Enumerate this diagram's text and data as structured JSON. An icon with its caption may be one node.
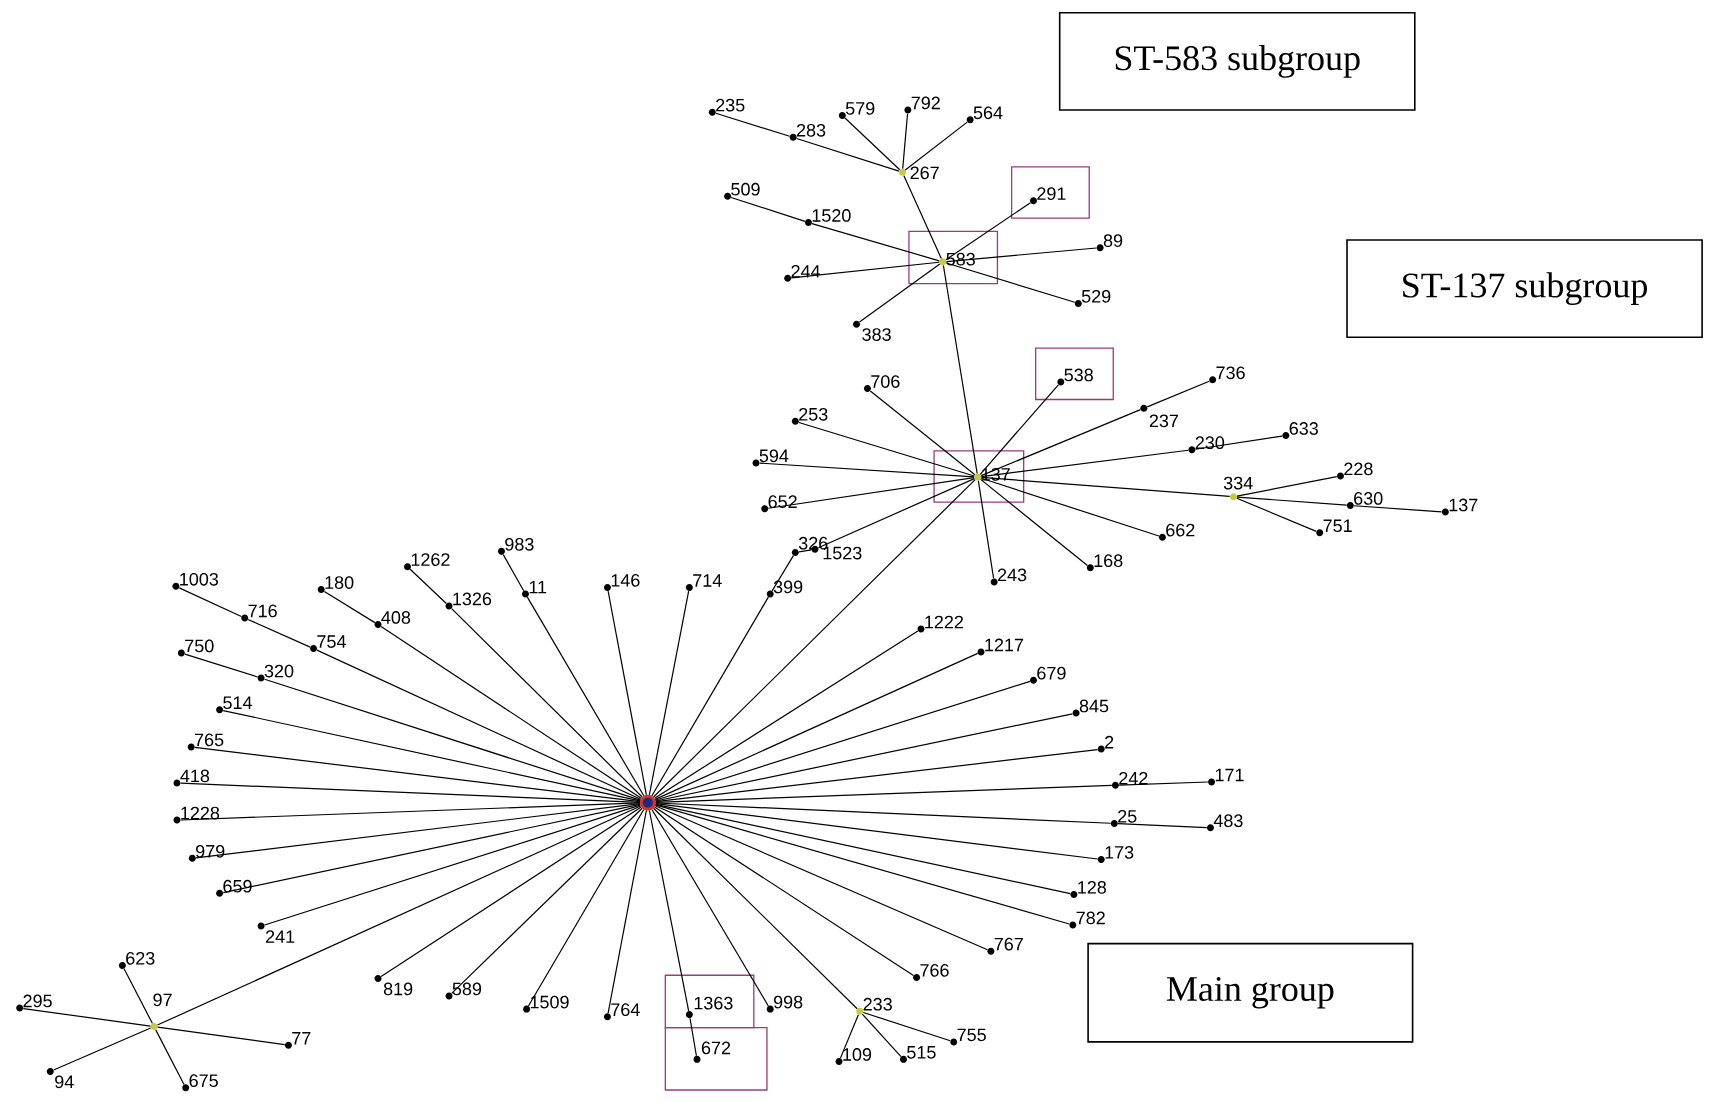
{
  "diagram": {
    "nodes": [
      {
        "text": [
          "ST-583 subgroup"
        ]
      },
      {
        "text": [
          "ST-137 subgroup"
        ]
      },
      {
        "text": [
          "235"
        ]
      },
      {
        "text": [
          "283"
        ]
      },
      {
        "text": [
          "579"
        ]
      },
      {
        "text": [
          "792"
        ]
      },
      {
        "text": [
          "564"
        ]
      },
      {
        "text": [
          "267"
        ]
      },
      {
        "text": [],
        "shape": "box"
      },
      {
        "text": [
          "291"
        ],
        "in": 8
      },
      {
        "text": [
          "509"
        ]
      },
      {
        "text": [
          "1520"
        ]
      },
      {
        "text": [
          "89"
        ]
      },
      {
        "text": [],
        "shape": "box"
      },
      {
        "text": [
          "583"
        ],
        "in": 13
      },
      {
        "text": [
          "244"
        ]
      },
      {
        "text": [
          "529"
        ]
      },
      {
        "text": [
          "383"
        ]
      },
      {
        "text": [],
        "shape": "box"
      },
      {
        "text": [
          "538"
        ],
        "in": 18
      },
      {
        "text": [
          "706"
        ]
      },
      {
        "text": [
          "736"
        ]
      },
      {
        "text": [
          "237"
        ]
      },
      {
        "text": [
          "253"
        ]
      },
      {
        "text": [
          "633"
        ]
      },
      {
        "text": [
          "230"
        ]
      },
      {
        "text": [],
        "shape": "box"
      },
      {
        "text": [
          "137"
        ],
        "in": 26
      },
      {
        "text": [
          "594"
        ]
      },
      {
        "text": [
          "228"
        ]
      },
      {
        "text": [
          "334"
        ]
      },
      {
        "text": [
          "630"
        ]
      },
      {
        "text": [
          "137"
        ]
      },
      {
        "text": [
          "652"
        ]
      },
      {
        "text": [
          "751"
        ]
      },
      {
        "text": [
          "662"
        ]
      },
      {
        "text": [
          "326"
        ]
      },
      {
        "text": [
          "1523"
        ]
      },
      {
        "text": [
          "168"
        ]
      },
      {
        "text": [
          "243"
        ]
      },
      {
        "text": [
          "1003"
        ]
      },
      {
        "text": [
          "180"
        ]
      },
      {
        "text": [
          "1262"
        ]
      },
      {
        "text": [
          "983"
        ]
      },
      {
        "text": [
          "716"
        ]
      },
      {
        "text": [
          "408"
        ]
      },
      {
        "text": [
          "1326"
        ]
      },
      {
        "text": [
          "11"
        ]
      },
      {
        "text": [
          "146"
        ]
      },
      {
        "text": [
          "714"
        ]
      },
      {
        "text": [
          "399"
        ]
      },
      {
        "text": [
          "754"
        ]
      },
      {
        "text": [
          "750"
        ]
      },
      {
        "text": [
          "320"
        ]
      },
      {
        "text": [
          "1222"
        ]
      },
      {
        "text": [
          "1217"
        ]
      },
      {
        "text": [
          "514"
        ]
      },
      {
        "text": [
          "679"
        ]
      },
      {
        "text": [
          "845"
        ]
      },
      {
        "text": [
          "765"
        ]
      },
      {
        "text": [
          "2"
        ]
      },
      {
        "text": [
          "418"
        ]
      },
      {
        "text": [
          "242"
        ]
      },
      {
        "text": [
          "171"
        ]
      },
      {
        "text": [],
        "shape": "circle"
      },
      {
        "text": [
          "1228"
        ]
      },
      {
        "text": [
          "25"
        ]
      },
      {
        "text": [
          "483"
        ]
      },
      {
        "text": [
          "979"
        ]
      },
      {
        "text": [
          "173"
        ]
      },
      {
        "text": [
          "659"
        ]
      },
      {
        "text": [
          "128"
        ]
      },
      {
        "text": [
          "241"
        ]
      },
      {
        "text": [
          "782"
        ]
      },
      {
        "text": [
          "767"
        ]
      },
      {
        "text": [
          "623"
        ]
      },
      {
        "text": [
          "819"
        ]
      },
      {
        "text": [
          "766"
        ]
      },
      {
        "text": [
          "Main group"
        ]
      },
      {
        "text": [
          "295"
        ]
      },
      {
        "text": [
          "589"
        ]
      },
      {
        "text": [
          "1509"
        ]
      },
      {
        "text": [
          "764"
        ]
      },
      {
        "text": [],
        "shape": "box"
      },
      {
        "text": [
          "1363"
        ],
        "in": 83
      },
      {
        "text": [
          "998"
        ]
      },
      {
        "text": [
          "233"
        ]
      },
      {
        "text": [
          "97"
        ]
      },
      {
        "text": [
          "755"
        ]
      },
      {
        "text": [
          "77"
        ]
      },
      {
        "text": [],
        "shape": "box"
      },
      {
        "text": [
          "672"
        ],
        "in": 90
      },
      {
        "text": [
          "94"
        ]
      },
      {
        "text": [
          "109"
        ]
      },
      {
        "text": [
          "515"
        ]
      },
      {
        "text": [
          "675"
        ]
      }
    ],
    "edges": [
      {
        "from": 2,
        "to": 3,
        "arrow": "none"
      },
      {
        "from": 3,
        "to": 7,
        "arrow": "none"
      },
      {
        "from": 4,
        "to": 7,
        "arrow": "none"
      },
      {
        "from": 5,
        "to": 7,
        "arrow": "none"
      },
      {
        "from": 6,
        "to": 7,
        "arrow": "none"
      },
      {
        "from": 7,
        "to": 14,
        "arrow": "none"
      },
      {
        "from": 9,
        "to": 14,
        "arrow": "none"
      },
      {
        "from": 10,
        "to": 11,
        "arrow": "none"
      },
      {
        "from": 11,
        "to": 14,
        "arrow": "none"
      },
      {
        "from": 12,
        "to": 14,
        "arrow": "none"
      },
      {
        "from": 15,
        "to": 14,
        "arrow": "none"
      },
      {
        "from": 16,
        "to": 14,
        "arrow": "none"
      },
      {
        "from": 17,
        "to": 14,
        "arrow": "none"
      },
      {
        "from": 14,
        "to": 27,
        "arrow": "none"
      },
      {
        "from": 19,
        "to": 27,
        "arrow": "none"
      },
      {
        "from": 20,
        "to": 27,
        "arrow": "none"
      },
      {
        "from": 21,
        "to": 22,
        "arrow": "none"
      },
      {
        "from": 22,
        "to": 27,
        "arrow": "none"
      },
      {
        "from": 23,
        "to": 27,
        "arrow": "none"
      },
      {
        "from": 24,
        "to": 25,
        "arrow": "none"
      },
      {
        "from": 25,
        "to": 27,
        "arrow": "none"
      },
      {
        "from": 28,
        "to": 27,
        "arrow": "none"
      },
      {
        "from": 29,
        "to": 30,
        "arrow": "none"
      },
      {
        "from": 30,
        "to": 27,
        "arrow": "none"
      },
      {
        "from": 31,
        "to": 30,
        "arrow": "none"
      },
      {
        "from": 32,
        "to": 31,
        "arrow": "none"
      },
      {
        "from": 34,
        "to": 30,
        "arrow": "none"
      },
      {
        "from": 33,
        "to": 27,
        "arrow": "none"
      },
      {
        "from": 35,
        "to": 27,
        "arrow": "none"
      },
      {
        "from": 38,
        "to": 27,
        "arrow": "none"
      },
      {
        "from": 39,
        "to": 27,
        "arrow": "none"
      },
      {
        "from": 37,
        "to": 27,
        "arrow": "none"
      },
      {
        "from": 36,
        "to": 37,
        "arrow": "none"
      },
      {
        "from": 50,
        "to": 36,
        "arrow": "none"
      },
      {
        "from": 64,
        "to": 27,
        "arrow": "none"
      },
      {
        "from": 40,
        "to": 44,
        "arrow": "none"
      },
      {
        "from": 44,
        "to": 51,
        "arrow": "none"
      },
      {
        "from": 51,
        "to": 64,
        "arrow": "none"
      },
      {
        "from": 41,
        "to": 45,
        "arrow": "none"
      },
      {
        "from": 45,
        "to": 64,
        "arrow": "none"
      },
      {
        "from": 42,
        "to": 46,
        "arrow": "none"
      },
      {
        "from": 46,
        "to": 64,
        "arrow": "none"
      },
      {
        "from": 43,
        "to": 47,
        "arrow": "none"
      },
      {
        "from": 47,
        "to": 64,
        "arrow": "none"
      },
      {
        "from": 48,
        "to": 64,
        "arrow": "none"
      },
      {
        "from": 49,
        "to": 64,
        "arrow": "none"
      },
      {
        "from": 50,
        "to": 64,
        "arrow": "none"
      },
      {
        "from": 52,
        "to": 53,
        "arrow": "none"
      },
      {
        "from": 53,
        "to": 64,
        "arrow": "none"
      },
      {
        "from": 54,
        "to": 64,
        "arrow": "none"
      },
      {
        "from": 55,
        "to": 64,
        "arrow": "none"
      },
      {
        "from": 56,
        "to": 64,
        "arrow": "none"
      },
      {
        "from": 57,
        "to": 64,
        "arrow": "none"
      },
      {
        "from": 58,
        "to": 64,
        "arrow": "none"
      },
      {
        "from": 59,
        "to": 64,
        "arrow": "none"
      },
      {
        "from": 60,
        "to": 64,
        "arrow": "none"
      },
      {
        "from": 61,
        "to": 64,
        "arrow": "none"
      },
      {
        "from": 63,
        "to": 62,
        "arrow": "none"
      },
      {
        "from": 62,
        "to": 64,
        "arrow": "none"
      },
      {
        "from": 65,
        "to": 64,
        "arrow": "none"
      },
      {
        "from": 67,
        "to": 66,
        "arrow": "none"
      },
      {
        "from": 66,
        "to": 64,
        "arrow": "none"
      },
      {
        "from": 68,
        "to": 64,
        "arrow": "none"
      },
      {
        "from": 69,
        "to": 64,
        "arrow": "none"
      },
      {
        "from": 70,
        "to": 64,
        "arrow": "none"
      },
      {
        "from": 71,
        "to": 64,
        "arrow": "none"
      },
      {
        "from": 72,
        "to": 64,
        "arrow": "none"
      },
      {
        "from": 73,
        "to": 64,
        "arrow": "none"
      },
      {
        "from": 74,
        "to": 64,
        "arrow": "none"
      },
      {
        "from": 76,
        "to": 64,
        "arrow": "none"
      },
      {
        "from": 77,
        "to": 64,
        "arrow": "none"
      },
      {
        "from": 80,
        "to": 64,
        "arrow": "none"
      },
      {
        "from": 81,
        "to": 64,
        "arrow": "none"
      },
      {
        "from": 82,
        "to": 64,
        "arrow": "none"
      },
      {
        "from": 84,
        "to": 64,
        "arrow": "none"
      },
      {
        "from": 91,
        "to": 84,
        "arrow": "none"
      },
      {
        "from": 85,
        "to": 64,
        "arrow": "none"
      },
      {
        "from": 86,
        "to": 64,
        "arrow": "none"
      },
      {
        "from": 87,
        "to": 64,
        "arrow": "none"
      },
      {
        "from": 75,
        "to": 87,
        "arrow": "none"
      },
      {
        "from": 79,
        "to": 87,
        "arrow": "none"
      },
      {
        "from": 92,
        "to": 87,
        "arrow": "none"
      },
      {
        "from": 95,
        "to": 87,
        "arrow": "none"
      },
      {
        "from": 89,
        "to": 87,
        "arrow": "none"
      },
      {
        "from": 93,
        "to": 86,
        "arrow": "none"
      },
      {
        "from": 94,
        "to": 86,
        "arrow": "none"
      },
      {
        "from": 88,
        "to": 86,
        "arrow": "none"
      }
    ]
  }
}
